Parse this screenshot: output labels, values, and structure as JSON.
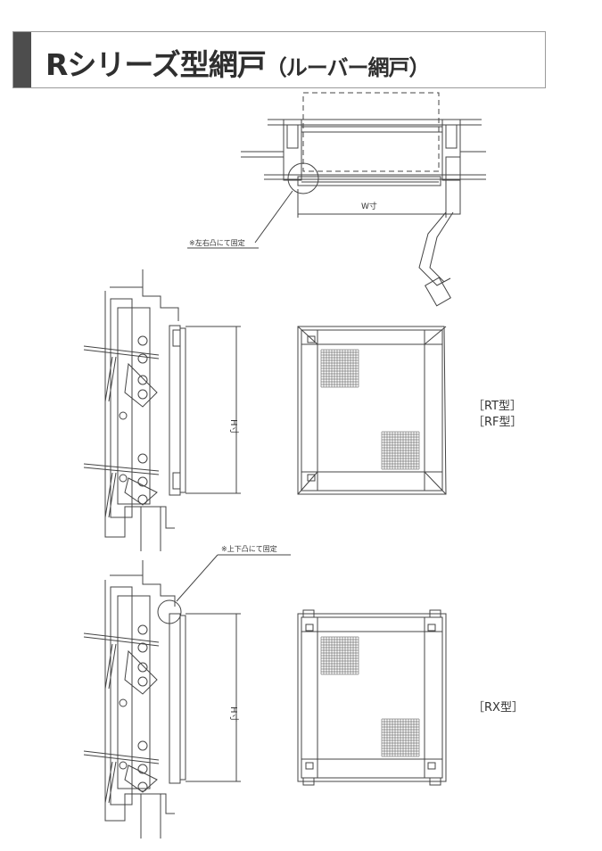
{
  "header": {
    "title_main": "Rシリーズ型網戸",
    "title_sub": "（ルーバー網戸）"
  },
  "plan_view": {
    "width_label": "W寸",
    "note": "※左右凸にて固定"
  },
  "rt_rf": {
    "height_label": "H寸",
    "type_labels": [
      "［RT型］",
      "［RF型］"
    ]
  },
  "rx": {
    "height_label": "H寸",
    "note": "※上下凸にて固定",
    "type_label": "［RX型］"
  },
  "colors": {
    "line": "#444444",
    "header_bar": "#4d4d4d",
    "header_border": "#9a9a9a"
  }
}
